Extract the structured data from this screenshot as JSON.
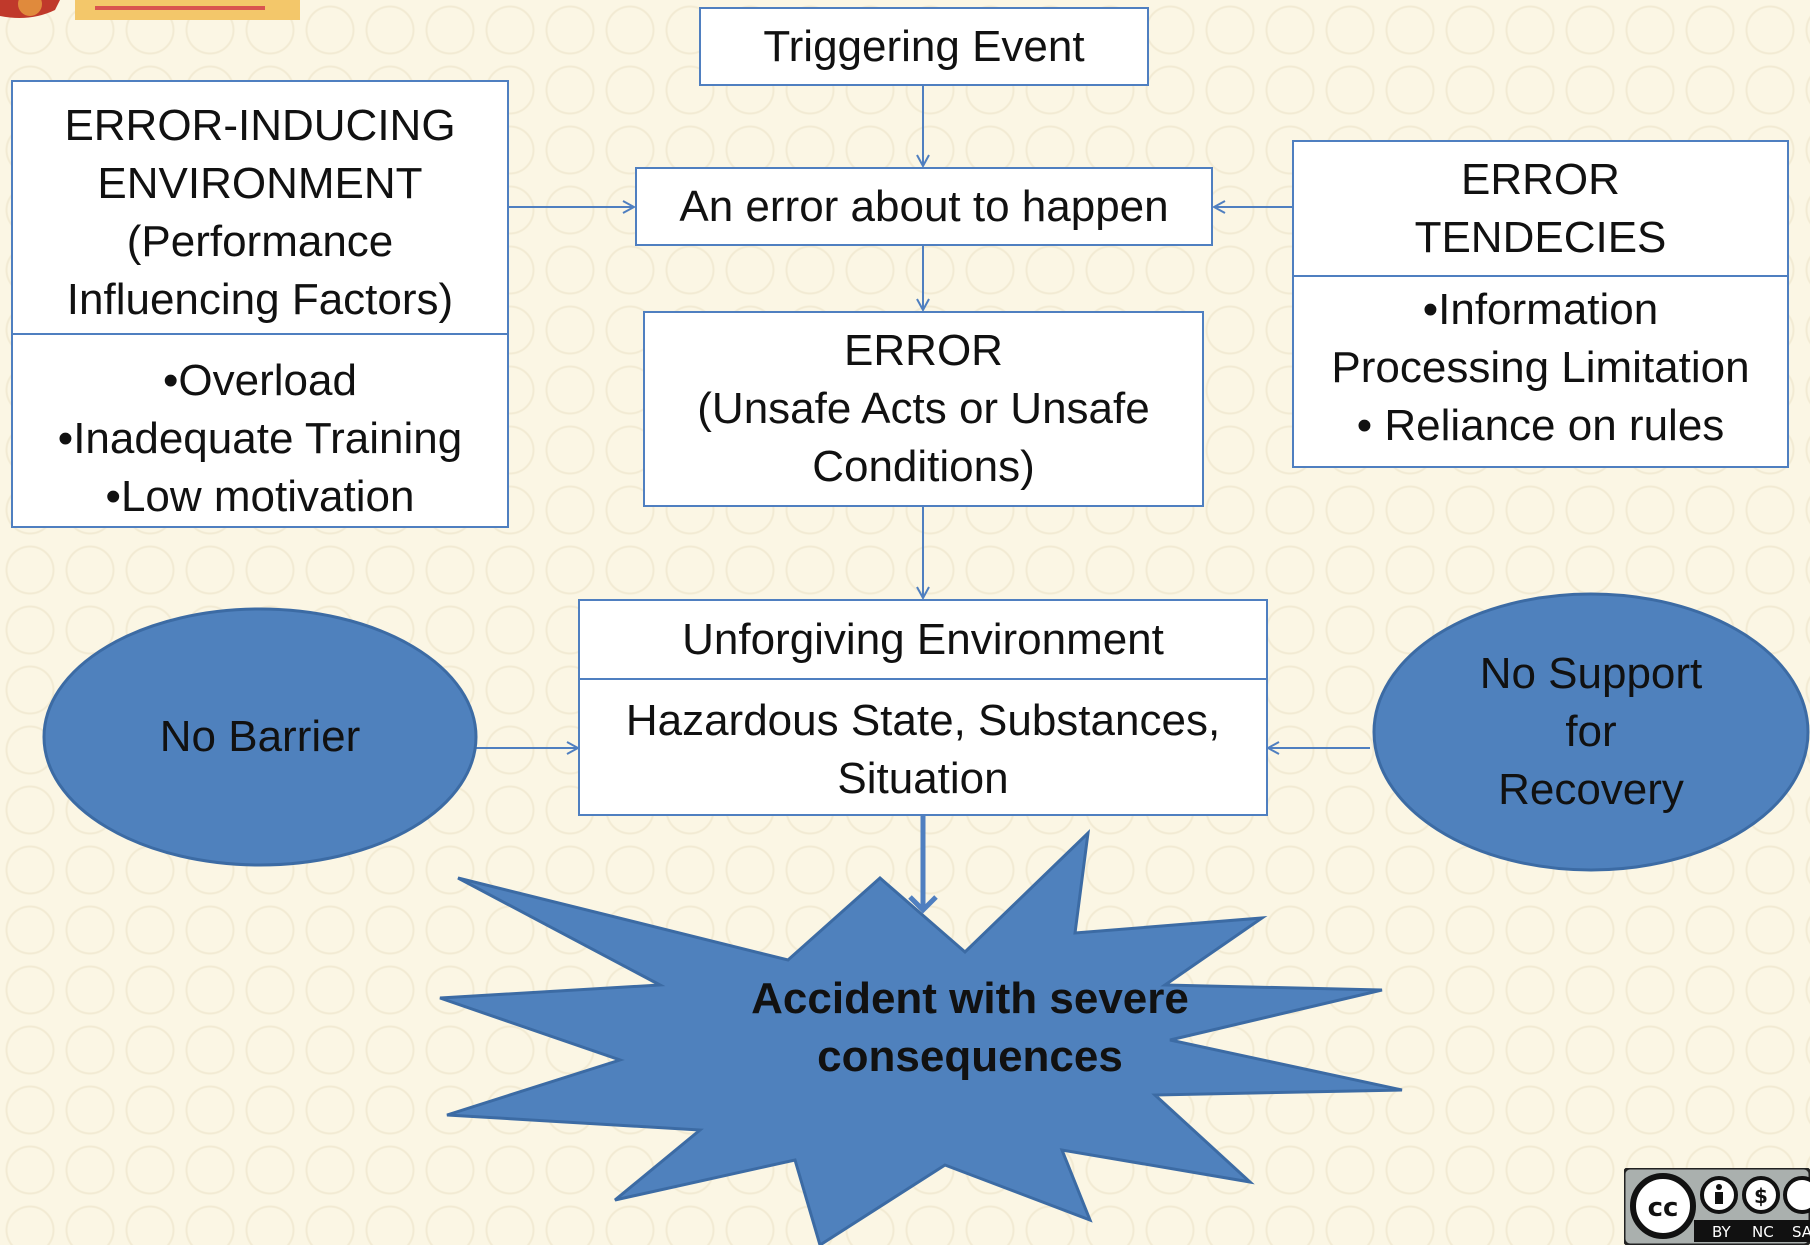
{
  "diagram": {
    "triggering_event": "Triggering Event",
    "error_about": "An error about to happen",
    "error_inducing": {
      "title_lines": [
        "ERROR-INDUCING",
        "ENVIRONMENT",
        "(Performance",
        "Influencing Factors)"
      ],
      "items": [
        "•Overload",
        "•Inadequate Training",
        "•Low motivation"
      ]
    },
    "error_tendencies": {
      "title_lines": [
        "ERROR",
        "TENDECIES"
      ],
      "items": [
        "•Information",
        "Processing Limitation",
        "• Reliance on rules"
      ]
    },
    "error": {
      "lines": [
        "ERROR",
        "(Unsafe  Acts or Unsafe",
        "Conditions)"
      ]
    },
    "unforgiving": {
      "title": "Unforgiving Environment",
      "lines": [
        "Hazardous State, Substances,",
        "Situation"
      ]
    },
    "no_barrier": "No Barrier",
    "no_support": [
      "No Support",
      "for",
      "Recovery"
    ],
    "accident": [
      "Accident with severe",
      "consequences"
    ]
  },
  "colors": {
    "accent_blue": "#4f81bd",
    "box_border": "#4f7fc0",
    "background": "#fbf6e4"
  },
  "icons": [
    "university-logo-icon",
    "creative-commons-license-icon"
  ]
}
